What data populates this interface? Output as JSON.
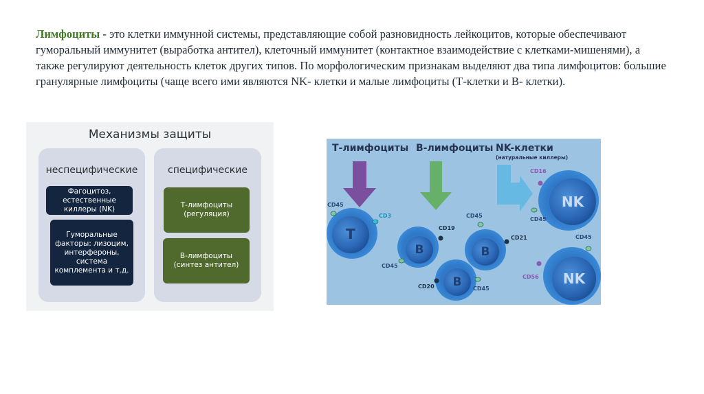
{
  "intro": {
    "term": "Лимфоциты",
    "text": " - это клетки иммунной системы, представляющие собой разновидность лейкоцитов, которые обеспечивают гуморальный иммунитет  (выработка антител), клеточный иммунитет (контактное взаимодействие с клетками-мишенями), а также регулируют деятельность клеток других типов. По морфологическим признакам выделяют два типа лимфоцитов: большие гранулярные лимфоциты (чаще всего ими являются NK- клетки и малые лимфоциты (Т-клетки и В- клетки)."
  },
  "mechanisms": {
    "title": "Механизмы защиты",
    "nonspecific": {
      "heading": "неспецифические",
      "items": [
        "Фагоцитоз,\nестественные\nкиллеры (NK)",
        "Гуморальные\nфакторы: лизоцим,\nинтерфероны,\nсистема\nкомплемента и т.д."
      ]
    },
    "specific": {
      "heading": "специфические",
      "items": [
        "Т-лимфоциты\n(регуляция)",
        "В-лимфоциты\n(синтез антител)"
      ]
    }
  },
  "cells_figure": {
    "headers": [
      "Т-лимфоциты",
      "В-лимфоциты",
      "NK-клетки"
    ],
    "nk_note": "(натуральные киллеры)",
    "cell_labels": {
      "t": "T",
      "b": "B",
      "nk": "NK"
    },
    "markers": {
      "cd45": "CD45",
      "cd3": "CD3",
      "cd19": "CD19",
      "cd20": "CD20",
      "cd21": "CD21",
      "cd16": "CD16",
      "cd56": "CD56"
    },
    "colors": {
      "background": "#9cc3e2",
      "arrow_t": "#7a4f9e",
      "arrow_b": "#67b06a",
      "arrow_nk": "#5fb8e3",
      "cell": "#2a66b5",
      "marker_green": "#7fc9a5",
      "marker_dark": "#1e3148",
      "marker_purple": "#8a5ab0",
      "marker_cyan": "#35c2d6"
    }
  }
}
